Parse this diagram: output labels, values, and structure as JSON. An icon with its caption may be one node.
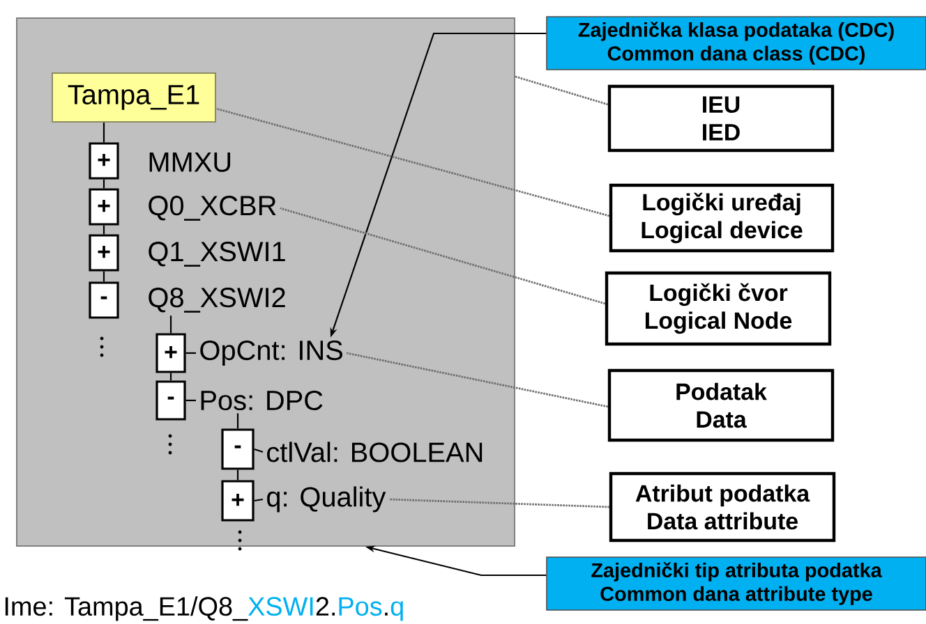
{
  "diagram": {
    "nodes": [
      {
        "text": [],
        "shape": "box"
      },
      {
        "text": [
          "Tampa_E1"
        ],
        "in": 0
      },
      {
        "text": [
          "+"
        ],
        "in": 0
      },
      {
        "text": [
          "MMXU"
        ],
        "in": 0
      },
      {
        "text": [
          "+"
        ],
        "in": 0
      },
      {
        "text": [
          "Q0_XCBR"
        ],
        "in": 0
      },
      {
        "text": [
          "+"
        ],
        "in": 0
      },
      {
        "text": [
          "Q1_XSWI1"
        ],
        "in": 0
      },
      {
        "text": [
          "-"
        ],
        "in": 0
      },
      {
        "text": [
          "Q8_XSWI2"
        ],
        "in": 0
      },
      {
        "text": [
          "+"
        ],
        "in": 0
      },
      {
        "text": [
          "OpCnt: INS"
        ],
        "in": 0
      },
      {
        "text": [
          "-"
        ],
        "in": 0
      },
      {
        "text": [
          "Pos: DPC"
        ],
        "in": 0
      },
      {
        "text": [
          "-"
        ],
        "in": 0
      },
      {
        "text": [
          "ctlVal: BOOLEAN"
        ],
        "in": 0
      },
      {
        "text": [
          "+"
        ],
        "in": 0
      },
      {
        "text": [
          "q: Quality"
        ],
        "in": 0
      },
      {
        "text": [
          "Zajednička klasa podataka (CDC)",
          "Common dana class (CDC)"
        ]
      },
      {
        "text": [
          "IEU",
          "IED"
        ]
      },
      {
        "text": [
          "Logički uređaj",
          "Logical device"
        ]
      },
      {
        "text": [
          "Logički čvor",
          "Logical Node"
        ]
      },
      {
        "text": [
          "Podatak",
          "Data"
        ]
      },
      {
        "text": [
          "Atribut podatka",
          "Data attribute"
        ]
      },
      {
        "text": [
          "Zajednički tip atributa podatka",
          "Common dana attribute type"
        ]
      }
    ],
    "edges": [
      {
        "from": 1,
        "to": 2,
        "arrow": "none"
      },
      {
        "from": 2,
        "to": 4,
        "arrow": "none"
      },
      {
        "from": 4,
        "to": 6,
        "arrow": "none"
      },
      {
        "from": 6,
        "to": 8,
        "arrow": "none"
      },
      {
        "from": 9,
        "to": 10,
        "arrow": "none"
      },
      {
        "from": 10,
        "to": 12,
        "arrow": "none"
      },
      {
        "from": 13,
        "to": 14,
        "arrow": "none"
      },
      {
        "from": 14,
        "to": 16,
        "arrow": "none"
      },
      {
        "from": 10,
        "to": 11,
        "arrow": "none"
      },
      {
        "from": 12,
        "to": 13,
        "arrow": "none"
      },
      {
        "from": 14,
        "to": 15,
        "arrow": "none"
      },
      {
        "from": 16,
        "to": 17,
        "arrow": "none"
      },
      {
        "from": 18,
        "to": 11,
        "arrow": "to"
      },
      {
        "from": 19,
        "to": 0,
        "arrow": "none",
        "style": "dashed",
        "color": "#6e6e6e"
      },
      {
        "from": 20,
        "to": 1,
        "arrow": "none",
        "style": "dashed",
        "color": "#6e6e6e"
      },
      {
        "from": 21,
        "to": 5,
        "arrow": "none",
        "style": "dashed",
        "color": "#6e6e6e"
      },
      {
        "from": 22,
        "to": 11,
        "arrow": "none",
        "style": "dashed",
        "color": "#6e6e6e"
      },
      {
        "from": 23,
        "to": 17,
        "arrow": "none",
        "style": "dashed",
        "color": "#6e6e6e"
      },
      {
        "from": 24,
        "to": 0,
        "arrow": "to"
      }
    ],
    "labels": [
      "Ime: Tampa_E1/Q8_",
      "XSWI",
      "2.",
      "Pos",
      ".",
      "q"
    ]
  }
}
